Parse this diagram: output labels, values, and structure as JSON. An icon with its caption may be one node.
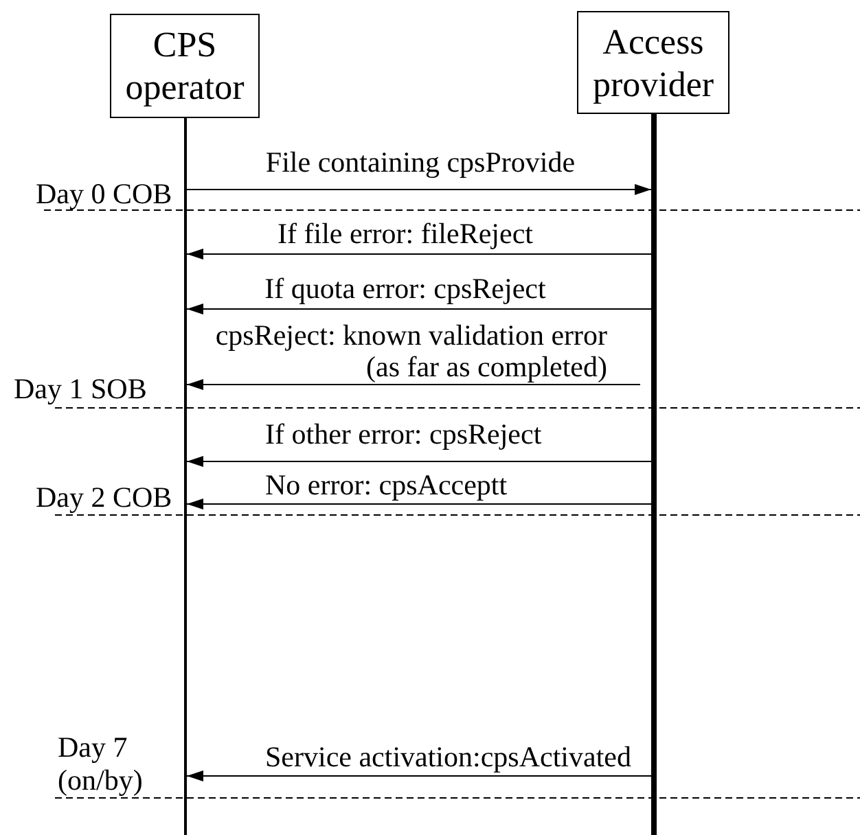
{
  "diagram": {
    "nodes": [
      {
        "text": [
          "CPS operator"
        ]
      },
      {
        "text": [
          "Access provider"
        ]
      }
    ],
    "edges": [
      {
        "from": 0,
        "to": 1,
        "arrow": "to",
        "label": "File containing cpsProvide"
      },
      {
        "from": 1,
        "to": 0,
        "arrow": "to",
        "label": "If file error: fileReject"
      },
      {
        "from": 1,
        "to": 0,
        "arrow": "to",
        "label": "If quota error: cpsReject"
      },
      {
        "from": 1,
        "to": 0,
        "arrow": "to",
        "label": "cpsReject: known validation error (as far as completed)"
      },
      {
        "from": 1,
        "to": 0,
        "arrow": "to",
        "label": "If other error: cpsReject"
      },
      {
        "from": 1,
        "to": 0,
        "arrow": "to",
        "label": "No error: cpsAcceptt"
      },
      {
        "from": 1,
        "to": 0,
        "arrow": "to",
        "label": "Service activation:cpsActivated"
      }
    ],
    "labels": [
      "Day 0 COB",
      "Day 1 SOB",
      "Day 2 COB",
      "Day 7 (on/by)"
    ]
  }
}
